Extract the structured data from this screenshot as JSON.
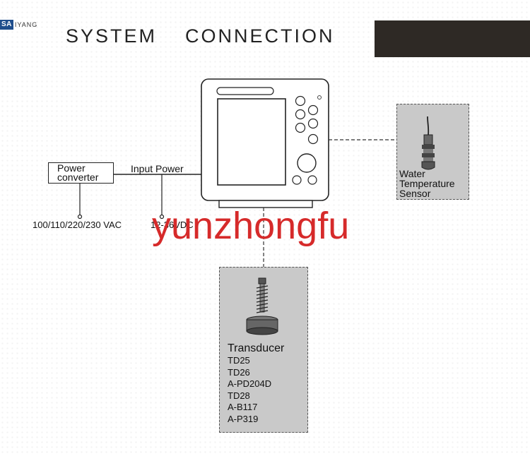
{
  "brand": {
    "box": "SA",
    "rest": "IYANG",
    "color": "#1f4e8c"
  },
  "title": {
    "left": "SYSTEM",
    "right": "CONNECTION"
  },
  "power_converter": {
    "line1": "Power",
    "line2": "converter"
  },
  "input_power": "Input Power",
  "vac": "100/110/220/230 VAC",
  "vdc": "12-36VDC",
  "sensor": {
    "line1": "Water",
    "line2": "Temperature",
    "line3": "Sensor"
  },
  "transducer": {
    "title": "Transducer",
    "models": [
      "TD25",
      "TD26",
      "A-PD204D",
      "TD28",
      "A-B117",
      "A-P319"
    ]
  },
  "watermark": "yunzhongfu",
  "colors": {
    "panel": "#c9c9c9",
    "banner": "#2e2925",
    "watermark": "#d62a2a"
  }
}
